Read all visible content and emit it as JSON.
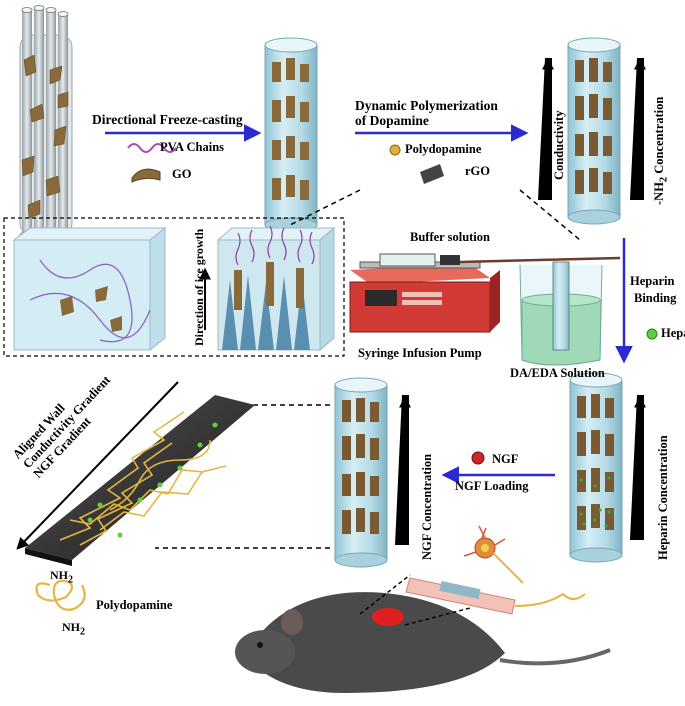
{
  "steps": {
    "step1": "Directional Freeze-casting",
    "step2_line1": "Dynamic Polymerization",
    "step2_line2": "of Dopamine",
    "heparin_line1": "Heparin",
    "heparin_line2": "Binding",
    "ngf_loading": "NGF Loading"
  },
  "legend": {
    "pva": "PVA Chains",
    "go": "GO",
    "polydopamine": "Polydopamine",
    "rgo": "rGO",
    "heparin": "Heparin",
    "ngf": "NGF"
  },
  "gradients": {
    "conductivity": "Conductivity",
    "nh2_prefix": "-NH",
    "nh2_sub": "2",
    "nh2_suffix": " Concentration",
    "heparin_conc": "Heparin Concentration",
    "ngf_conc": "NGF Concentration"
  },
  "inset": {
    "ice_growth": "Direction of ice growth"
  },
  "apparatus": {
    "buffer": "Buffer solution",
    "pump": "Syringe Infusion Pump",
    "solution": "DA/EDA Solution"
  },
  "sheet": {
    "line1": "Aligned Wall",
    "line2": "Conductivity Gradient",
    "line3": "NGF Gradient"
  },
  "molecule": {
    "nh2_top": "NH",
    "nh2_top_sub": "2",
    "nh2_bottom": "NH",
    "nh2_bottom_sub": "2",
    "name": "Polydopamine"
  },
  "colors": {
    "arrow_blue": "#2a2ad0",
    "scaffold": "#b9dfe8",
    "go_flake": "#8a6a3a",
    "heparin_dot": "#5fcf3f",
    "ngf_dot": "#c8282a",
    "pda_dot": "#e0b040",
    "pump_red": "#d23a35",
    "solution": "#9fd9b8"
  }
}
